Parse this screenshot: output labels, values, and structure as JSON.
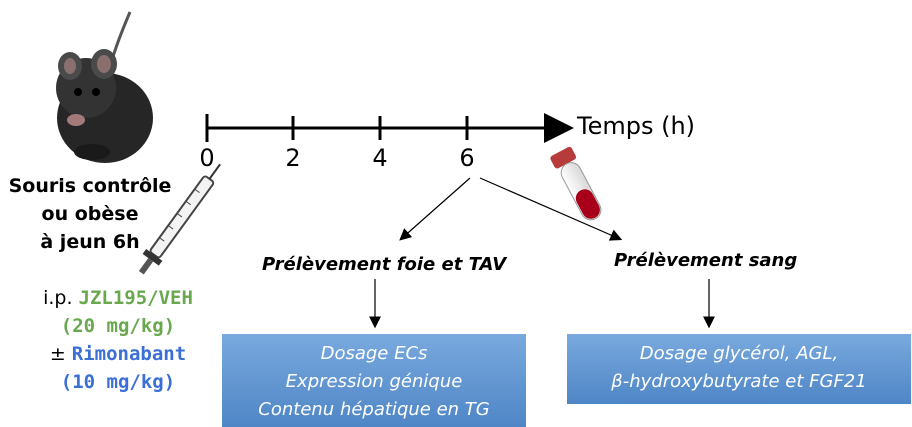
{
  "timeline": {
    "ticks": [
      "0",
      "2",
      "4",
      "6"
    ],
    "axis_label": "Temps (h)"
  },
  "subject": {
    "line1": "Souris contrôle",
    "line2": "ou obèse",
    "line3": "à jeun 6h"
  },
  "treatment": {
    "route": "i.p.",
    "drug1": "JZL195/VEH",
    "dose1": "(20 mg/kg)",
    "plus_minus": "±",
    "drug2": "Rimonabant",
    "dose2": "(10 mg/kg)"
  },
  "samples": {
    "tissue_label": "Prélèvement foie et TAV",
    "blood_label": "Prélèvement sang"
  },
  "assays": {
    "tissue_box": [
      "Dosage ECs",
      "Expression génique",
      "Contenu hépatique en TG"
    ],
    "blood_box": [
      "Dosage glycérol, AGL,",
      "β-hydroxybutyrate  et FGF21"
    ]
  },
  "colors": {
    "green": "#6aa84f",
    "blue": "#3a6fd6",
    "box": "#5b8fd0"
  },
  "icons": [
    "mouse-icon",
    "syringe-icon",
    "blood-tube-icon"
  ]
}
